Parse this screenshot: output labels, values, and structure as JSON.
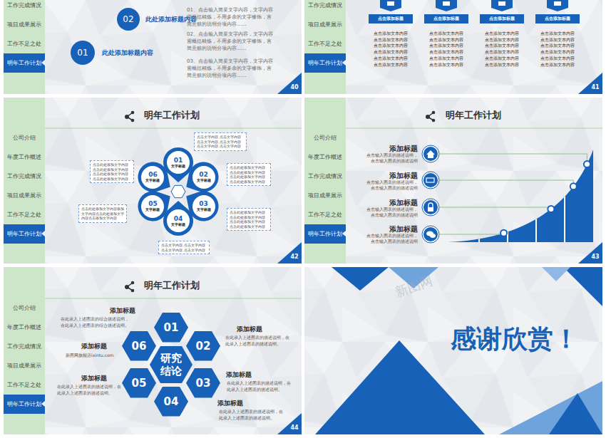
{
  "diagram": {
    "nodes": [
      {
        "text": [
          "工作完成情况",
          "项目成果展示",
          "工作不足之处"
        ]
      },
      {
        "text": [
          "明年工作计划"
        ],
        "in": 0
      },
      {
        "text": [
          "02",
          "此处添加标题内容"
        ]
      },
      {
        "text": [
          "01",
          "此处添加标题内容"
        ]
      },
      {
        "text": [
          "工作完成情况",
          "项目成果展示",
          "工作不足之处"
        ]
      },
      {
        "text": [
          "明年工作计划"
        ],
        "in": 4
      },
      {
        "text": [
          "点击添加标题"
        ]
      },
      {
        "text": [
          "点击添加标题"
        ]
      },
      {
        "text": [
          "点击添加标题"
        ]
      },
      {
        "text": [
          "点击添加标题"
        ]
      },
      {
        "text": [
          "公司介绍",
          "年度工作概述",
          "工作完成情况",
          "项目成果展示",
          "工作不足之处"
        ]
      },
      {
        "text": [
          "明年工作计划"
        ],
        "in": 10
      },
      {
        "text": [
          "01",
          "文字标题"
        ]
      },
      {
        "text": [
          "02",
          "文字标题"
        ]
      },
      {
        "text": [
          "03",
          "文字标题"
        ]
      },
      {
        "text": [
          "04",
          "文字标题"
        ]
      },
      {
        "text": [
          "05",
          "文字标题"
        ]
      },
      {
        "text": [
          "06",
          "文字标题"
        ]
      },
      {
        "text": [
          "点击文字内容,点击文字内容 点击文字内容,点击文字内容 点击文字内容,点击文字内容"
        ]
      },
      {
        "text": [
          "点击此处添加文字内容 点击此处添加文字内容 点击此处添加文字内容 点击此处添加文字内容"
        ]
      },
      {
        "text": [
          "点击此处添加文字内容 点击此处添加文字内容 点击此处添加文字内容 点击此处添加文字内容"
        ]
      },
      {
        "text": [
          "点击文字内容,点击文字内容 点击文字内容,点击文字内容"
        ]
      },
      {
        "text": [
          "点击此处添加文字内容添加文字内容点击此处添加文字内容点击添加文字内容"
        ]
      },
      {
        "text": [
          "点击此处添加文字内容 点击此处添加文字内容 点击此处添加文字内容 点击此处添加文字内容"
        ]
      },
      {
        "text": [
          "公司介绍",
          "年度工作概述",
          "工作完成情况",
          "项目成果展示",
          "工作不足之处"
        ]
      },
      {
        "text": [
          "明年工作计划"
        ],
        "in": 24
      },
      {
        "text": [
          "公司介绍",
          "年度工作概述",
          "工作完成情况",
          "项目成果展示",
          "工作不足之处"
        ]
      },
      {
        "text": [
          "明年工作计划"
        ],
        "in": 26
      },
      {
        "text": [
          "研究结论"
        ]
      },
      {
        "text": [
          "01"
        ]
      },
      {
        "text": [
          "02"
        ]
      },
      {
        "text": [
          "03"
        ]
      },
      {
        "text": [
          "04"
        ]
      },
      {
        "text": [
          "05"
        ]
      },
      {
        "text": [
          "06"
        ]
      }
    ],
    "labels": [
      "01、点击输入简要文字内容，文字内容需概括精炼，不用多余的文字修饰，言简意赅的说明分项内容......",
      "02、点击输入简要文字内容，文字内容需概括精炼，不用多余的文字修饰，言简意赅的说明分项内容......",
      "03、点击输入简要文字内容，文字内容需概括精炼，不用多余的文字修饰，言简意赅的说明分项内容......",
      "40",
      "点击添加文本内容",
      "点击添加文本内容",
      "点击添加文本内容",
      "点击添加文本内容",
      "点击添加文本内容",
      "点击添加文本内容",
      "点击添加文本内容",
      "点击添加文本内容",
      "点击添加文本内容",
      "点击添加文本内容",
      "点击添加文本内容",
      "点击添加文本内容",
      "点击添加文本内容",
      "点击添加文本内容",
      "点击添加文本内容",
      "点击添加文本内容",
      "点击添加文本内容",
      "点击添加文本内容",
      "点击添加文本内容",
      "点击添加文本内容",
      "点击添加文本内容",
      "点击添加文本内容",
      "点击添加文本内容",
      "点击添加文本内容",
      "41",
      "明年工作计划",
      "42",
      "明年工作计划",
      "添加标题",
      "点击输入图表的描述说明，点击输入图表的描述说明",
      "添加标题",
      "点击输入图表的描述说明，点击输入图表的描述说明",
      "添加标题",
      "点击输入图表的描述说明，点击输入图表的描述说明",
      "添加标题",
      "点击输入图表的描述说明，点击输入图表的描述说明",
      "43",
      "明年工作计划",
      "添加标题",
      "在此录入上述图表的综合描述说明，在此录入上述图表的综合描述说明。",
      "添加标题",
      "在此录入上述图表的描述说明，在此录入上述图表的描述说明。",
      "添加标题",
      "新图网旗舰店ixintu.com",
      "添加标题",
      "在此录入上述图表的描述说明，在此录入上述图表的描述说明。",
      "添加标题",
      "在此录入上述图表的描述说明，在此录入上述图表的描述说明。",
      "添加标题",
      "在此录入上述图表的描述说明，在此录入上述图表的描述说明。",
      "44",
      "感谢欣赏！",
      "新图网"
    ]
  }
}
